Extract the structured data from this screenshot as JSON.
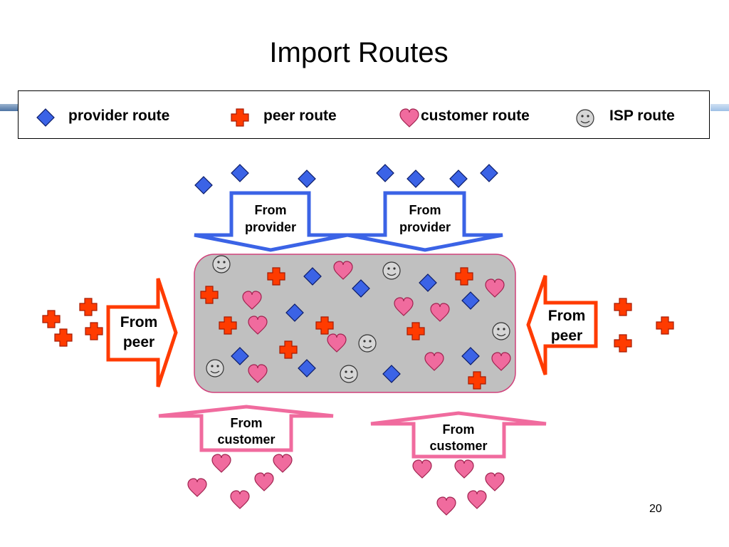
{
  "slide": {
    "title": "Import Routes",
    "page_number": "20"
  },
  "legend": {
    "provider_label": "provider route",
    "peer_label": "peer route",
    "customer_label": "customer route",
    "isp_label": "ISP route"
  },
  "arrows": {
    "from_provider_line1": "From",
    "from_provider_line2": "provider",
    "from_peer_line1": "From",
    "from_peer_line2": "peer",
    "from_customer_line1": "From",
    "from_customer_line2": "customer"
  },
  "icons": {
    "provider": "diamond-icon",
    "peer": "cross-icon",
    "customer": "heart-icon",
    "isp": "smiley-icon"
  },
  "colors": {
    "provider_route": "#3b63e6",
    "peer_route": "#ff3b00",
    "customer_route": "#f06b9e",
    "isp_route": "#d6d6d6",
    "provider_arrow": "#3b63e6",
    "peer_arrow": "#ff3b00",
    "customer_arrow": "#f06b9e",
    "rib_fill": "#c0c0c0",
    "rib_border": "#d0407a"
  }
}
